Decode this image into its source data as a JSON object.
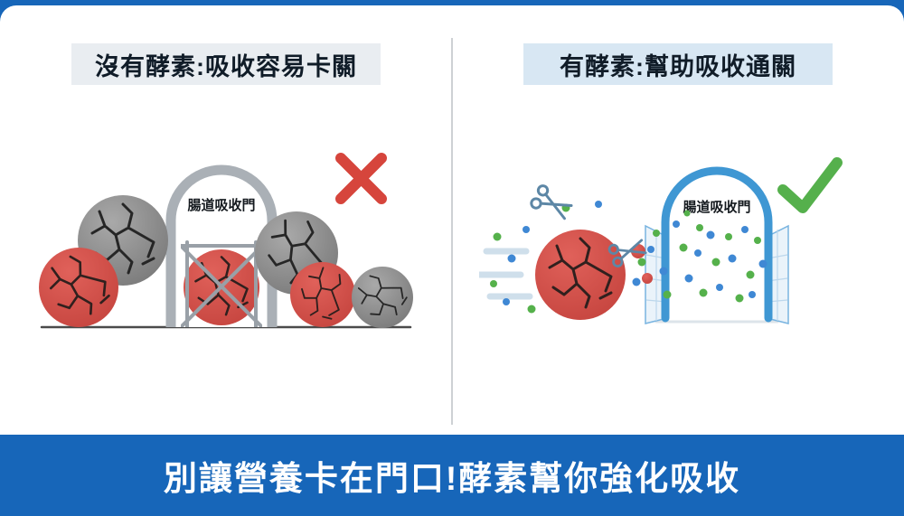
{
  "page": {
    "background": "#1766b9",
    "card_background": "#ffffff"
  },
  "left_panel": {
    "title": "沒有酵素:吸收容易卡關",
    "door_label": "腸道吸收門",
    "status": "blocked",
    "status_icon": "x-mark",
    "status_color": "#d6453c",
    "title_bg": "#e9edf1"
  },
  "right_panel": {
    "title": "有酵素:幫助吸收通關",
    "door_label": "腸道吸收門",
    "status": "pass",
    "status_icon": "check-mark",
    "status_color": "#55b04c",
    "title_bg": "#d8e7f3"
  },
  "banner": {
    "text": "別讓營養卡在門口!酵素幫你強化吸收",
    "background": "#1766b9",
    "text_color": "#ffffff"
  },
  "colors": {
    "gray_ball": "#8b8b8b",
    "red_ball": "#d0504a",
    "crack_line": "#2b2522",
    "arch_gray": "#aab0b6",
    "arch_blue": "#3f97d3",
    "gate_bar": "#99a0a7",
    "door_panel": "#eaf3fa",
    "door_panel_edge": "#79b4e0",
    "green_dot": "#55b14b",
    "blue_dot": "#3f88d4",
    "x_mark": "#d6453c",
    "check_mark": "#55b04c",
    "scissors": "#5d87a6",
    "motion_streak": "#cfdfeb",
    "ground": "#4a4a4a"
  }
}
